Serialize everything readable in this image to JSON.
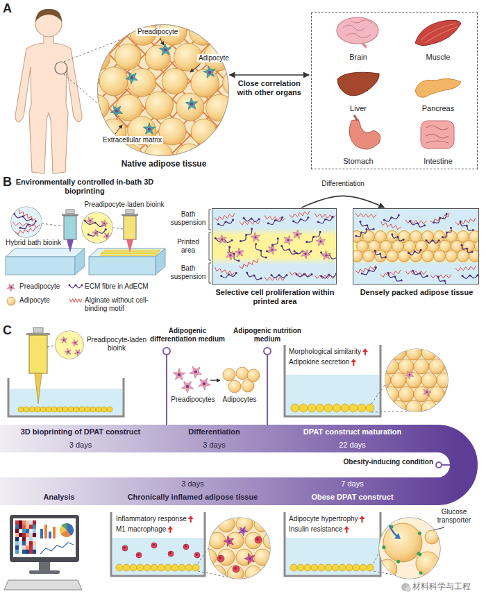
{
  "diagram": {
    "nodes": [
      {
        "text": [
          "Native adipose tissue"
        ]
      },
      {
        "text": [
          "Brain",
          "Muscle",
          "Liver",
          "Pancreas",
          "Stomach",
          "Intestine"
        ]
      },
      {
        "text": [
          "Selective cell proliferation within printed area"
        ]
      },
      {
        "text": [
          "Densely packed adipose tissue"
        ]
      },
      {
        "text": [
          "3D bioprinting of DPAT construct",
          "3 days"
        ]
      },
      {
        "text": [
          "Differentiation",
          "3 days"
        ]
      },
      {
        "text": [
          "DPAT construct maturation",
          "22 days"
        ]
      },
      {
        "text": [
          "Obese DPAT construct",
          "7 days"
        ]
      },
      {
        "text": [
          "Chronically inflamed adipose tissue",
          "3 days"
        ]
      },
      {
        "text": [
          "Analysis"
        ]
      }
    ],
    "edges": [
      {
        "from": 0,
        "to": 1,
        "arrow": "both",
        "label": "Close correlation with other organs"
      },
      {
        "from": 2,
        "to": 3,
        "arrow": "to",
        "label": "Differentiation"
      }
    ],
    "labels": [
      "A",
      "Preadipocyte",
      "Adipocyte",
      "Extracellular matrix",
      "B",
      "Environmentally controlled in-bath 3D bioprinting",
      "Hybrid bath bioink",
      "Preadipocyte-laden bioink",
      "Bath suspension",
      "Printed area",
      "Bath suspension",
      "C",
      "Preadipocyte-laden bioink",
      "Adipogenic differentiation medium",
      "Adipogenic nutrition medium",
      "Preadipocytes",
      "Adipocytes",
      "Morphological similarity",
      "Adipokine secretion",
      "Obesity-inducing condition",
      "Inflammatory response",
      "M1 macrophage",
      "Adipocyte hypertrophy",
      "Insulin resistance",
      "Glucose transporter",
      "材料科学与工程"
    ],
    "legend": [
      {
        "text": "Preadipocyte"
      },
      {
        "text": "ECM fibre in AdECM"
      },
      {
        "text": "Adipocyte"
      },
      {
        "text": "Alginate without cell-binding motif"
      }
    ]
  }
}
